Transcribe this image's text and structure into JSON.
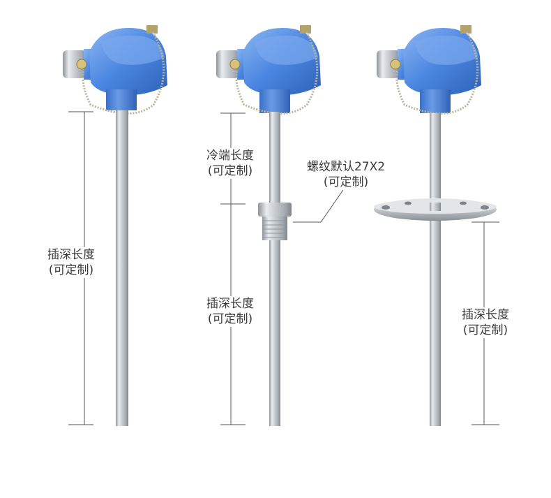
{
  "products": [
    {
      "id": "straight",
      "labels": {
        "insertion": [
          "插深长度",
          "(可定制)"
        ]
      }
    },
    {
      "id": "threaded",
      "labels": {
        "cold_end": [
          "冷端长度",
          "(可定制)"
        ],
        "thread": [
          "螺纹默认27X2",
          "(可定制)"
        ],
        "insertion": [
          "插深长度",
          "(可定制)"
        ]
      }
    },
    {
      "id": "flanged",
      "labels": {
        "insertion": [
          "插深长度",
          "(可定制)"
        ]
      }
    }
  ],
  "colors": {
    "head_blue": "#4a86e0",
    "head_light": "#8cb6f2",
    "head_dark": "#2f62b8",
    "steel": "#c9cdd2",
    "steel_dark": "#8e9499",
    "dim_line": "#555555"
  }
}
